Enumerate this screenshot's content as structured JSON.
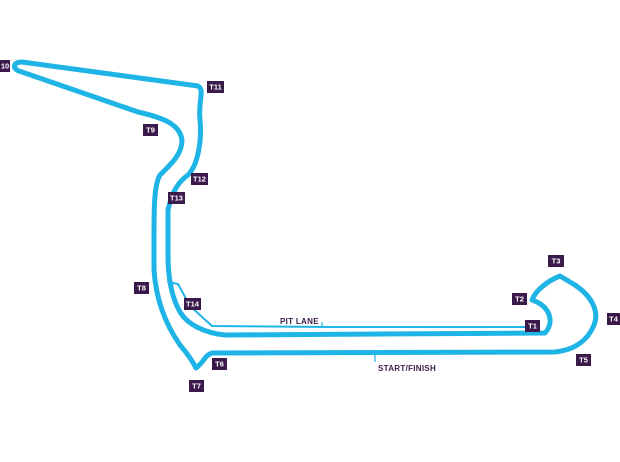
{
  "colors": {
    "track": "#1fb4e6",
    "track_outline": "#ffffff",
    "badge": "#3a1a4a",
    "text": "#3a1a4a"
  },
  "turns": [
    {
      "id": "t1",
      "label": "T1"
    },
    {
      "id": "t2",
      "label": "T2"
    },
    {
      "id": "t3",
      "label": "T3"
    },
    {
      "id": "t4",
      "label": "T4"
    },
    {
      "id": "t5",
      "label": "T5"
    },
    {
      "id": "t6",
      "label": "T6"
    },
    {
      "id": "t7",
      "label": "T7"
    },
    {
      "id": "t8",
      "label": "T8"
    },
    {
      "id": "t9",
      "label": "T9"
    },
    {
      "id": "t10",
      "label": "10"
    },
    {
      "id": "t11",
      "label": "T11"
    },
    {
      "id": "t12",
      "label": "T12"
    },
    {
      "id": "t13",
      "label": "T13"
    },
    {
      "id": "t14",
      "label": "T14"
    }
  ],
  "labels": {
    "pit_lane": "PIT LANE",
    "start_finish": "START/FINISH"
  }
}
